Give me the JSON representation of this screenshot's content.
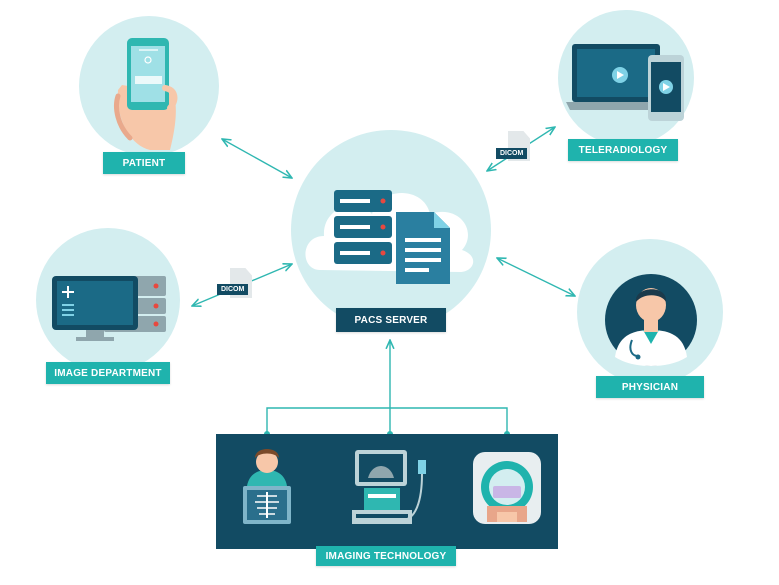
{
  "nodes": {
    "patient": {
      "label": "PATIENT"
    },
    "teleradiology": {
      "label": "TELERADIOLOGY"
    },
    "pacs_server": {
      "label": "PACS SERVER"
    },
    "image_department": {
      "label": "IMAGE DEPARTMENT"
    },
    "physician": {
      "label": "PHYSICIAN"
    },
    "imaging_technology": {
      "label": "IMAGING TECHNOLOGY"
    }
  },
  "tags": {
    "dicom_top": "DICOM",
    "dicom_left": "DICOM"
  },
  "colors": {
    "circle_fill": "#d3eef0",
    "teal": "#1fb3ad",
    "navy": "#124b63",
    "arrow": "#2fb7b1"
  }
}
